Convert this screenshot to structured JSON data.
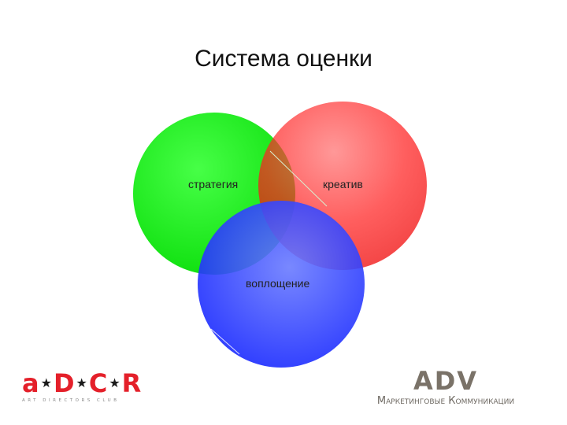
{
  "slide": {
    "title": "Система оценки"
  },
  "venn": {
    "circles": [
      {
        "id": "strategy",
        "label": "стратегия",
        "color": "#00ee00"
      },
      {
        "id": "creative",
        "label": "креатив",
        "color": "#ff0000"
      },
      {
        "id": "execution",
        "label": "воплощение",
        "color": "#1a2bff"
      }
    ]
  },
  "logos": {
    "adcr": {
      "mark": "a★D★C★R",
      "subtitle": "ART DIRECTORS CLUB",
      "color": "#e4202a"
    },
    "adv": {
      "mark": "ADV",
      "subtitle": "Маркетинговые Коммуникации",
      "color": "#7a7268"
    }
  }
}
